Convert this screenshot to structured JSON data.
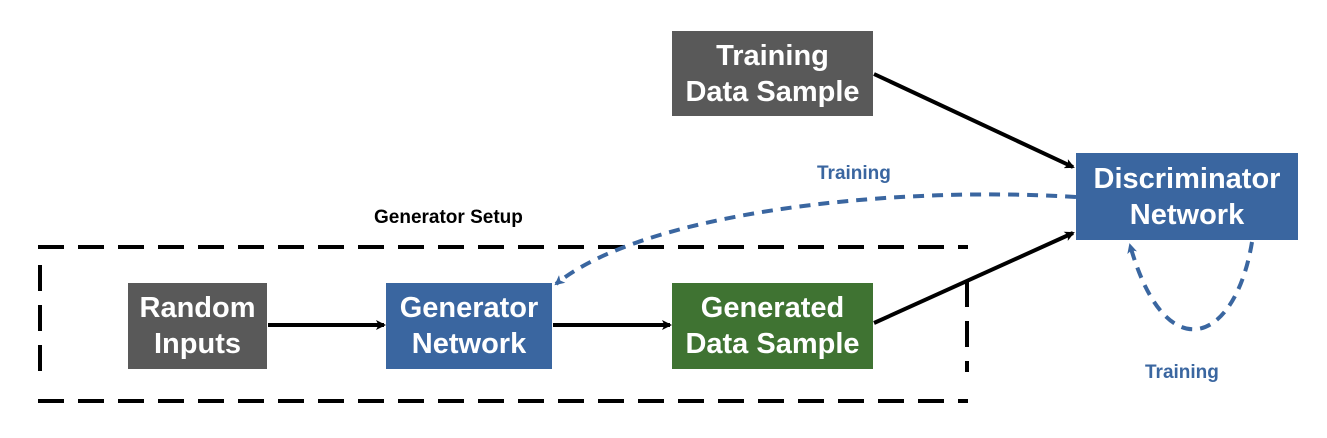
{
  "nodes": {
    "training_data_sample": {
      "line1": "Training",
      "line2": "Data Sample"
    },
    "random_inputs": {
      "line1": "Random",
      "line2": "Inputs"
    },
    "generator_network": {
      "line1": "Generator",
      "line2": "Network"
    },
    "generated_data_sample": {
      "line1": "Generated",
      "line2": "Data Sample"
    },
    "discriminator_network": {
      "line1": "Discriminator",
      "line2": "Network"
    }
  },
  "labels": {
    "generator_setup": "Generator Setup",
    "training_feedback_generator": "Training",
    "training_feedback_discriminator": "Training"
  },
  "edges": [
    {
      "from": "random_inputs",
      "to": "generator_network",
      "style": "solid"
    },
    {
      "from": "generator_network",
      "to": "generated_data_sample",
      "style": "solid"
    },
    {
      "from": "generated_data_sample",
      "to": "discriminator_network",
      "style": "solid"
    },
    {
      "from": "training_data_sample",
      "to": "discriminator_network",
      "style": "solid"
    },
    {
      "from": "discriminator_network",
      "to": "generator_network",
      "style": "dashed",
      "label": "Training"
    },
    {
      "from": "discriminator_network",
      "to": "discriminator_network",
      "style": "dashed",
      "label": "Training"
    }
  ],
  "colors": {
    "gray_box": "#595959",
    "blue_box": "#3a66a0",
    "green_box": "#3f7332",
    "training_arrow": "#3a66a0",
    "solid_arrow": "#000000"
  }
}
